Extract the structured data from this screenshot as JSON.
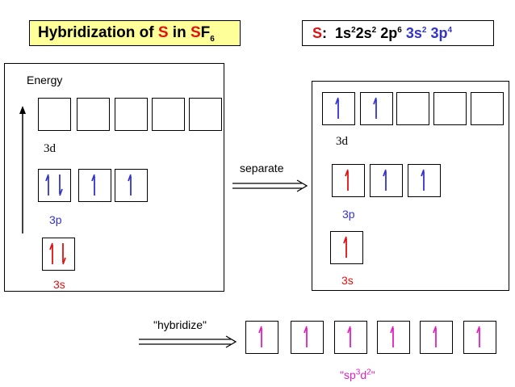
{
  "title": {
    "prefix": "Hybridization of ",
    "s1": "S",
    "mid": " in ",
    "s2": "S",
    "f": "F",
    "sub": "6"
  },
  "config": {
    "atom": "S",
    "colon": ":",
    "p1": "1s",
    "p1e": "2",
    "p2": "2s",
    "p2e": "2",
    "p3": "2p",
    "p3e": "6",
    "p4": "3s",
    "p4e": "2",
    "p5": "3p",
    "p5e": "4"
  },
  "left_panel": {
    "energy_label": "Energy",
    "label_3d": "3d",
    "label_3p": "3p",
    "label_3s": "3s"
  },
  "separate_label": "separate",
  "right_panel": {
    "label_3d": "3d",
    "label_3p": "3p",
    "label_3s": "3s"
  },
  "hybridize_label": "\"hybridize\"",
  "hybrid_label": {
    "open": "\"sp",
    "sup1": "3",
    "d": "d",
    "sup2": "2",
    "close": "\""
  },
  "colors": {
    "red": "#e01010",
    "blue": "#3333cc",
    "magenta": "#e020c0",
    "title_bg": "#ffff99"
  }
}
